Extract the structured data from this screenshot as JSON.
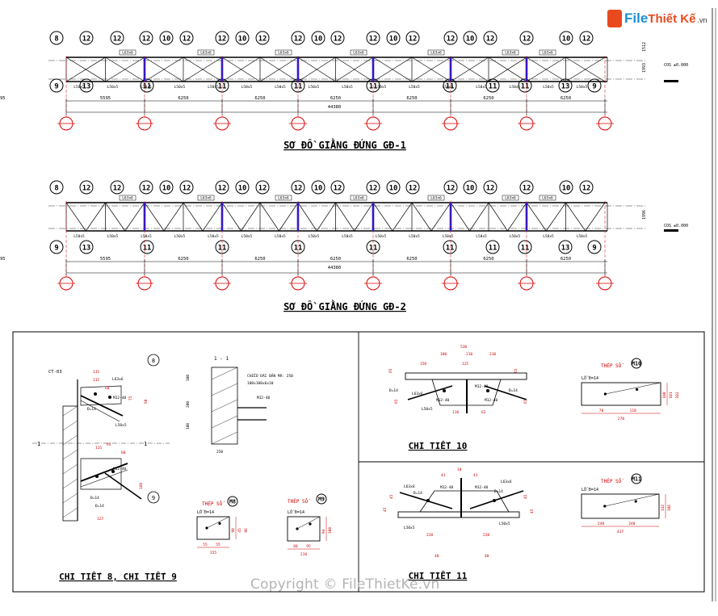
{
  "brand": {
    "logo_file": "File",
    "logo_rest": "Thiết Kế",
    "logo_vn": ".vn"
  },
  "watermark": "Copyright © FileThietKe.vn",
  "elevations": {
    "gd1": {
      "title": "SƠ ĐỒ GIẰNG ĐỨNG GĐ-1",
      "bay_dims": [
        "5595",
        "6250",
        "6250",
        "6250",
        "6250",
        "6250",
        "6250",
        "5595"
      ],
      "overall_dim": "44380",
      "height_dims": [
        "1512",
        "1993"
      ],
      "cos_label": "COS ±0.000",
      "top_tags": [
        "L63x6",
        "L63x6",
        "L63x6",
        "L63x6",
        "L63x6",
        "L63x6",
        "L63x6"
      ],
      "bottom_tags": [
        "L50x5",
        "L50x5",
        "L50x5",
        "L50x5",
        "L50x5",
        "L50x5",
        "L50x5",
        "L50x5",
        "L50x5",
        "L50x5",
        "L50x5",
        "L50x5",
        "L50x5",
        "L50x5",
        "L50x5",
        "L50x5"
      ]
    },
    "gd2": {
      "title": "SƠ ĐỒ GIẰNG ĐỨNG GĐ-2",
      "bay_dims": [
        "5595",
        "6250",
        "6250",
        "6250",
        "6250",
        "6250",
        "6250",
        "5595"
      ],
      "overall_dim": "44380",
      "height_dims": [
        "1996"
      ],
      "cos_label": "COS ±0.000",
      "top_tags": [
        "L63x6",
        "L63x6",
        "L63x6",
        "L63x6",
        "L63x6",
        "L63x6",
        "L63x6"
      ],
      "bottom_tags": [
        "L50x5",
        "L50x5",
        "L50x5",
        "L50x5",
        "L50x5",
        "L50x5",
        "L50x5",
        "L50x5",
        "L50x5",
        "L50x5",
        "L50x5",
        "L50x5",
        "L50x5",
        "L50x5",
        "L50x5",
        "L50x5"
      ]
    }
  },
  "callouts": {
    "top_row": [
      "8",
      "12",
      "12",
      "12",
      "10",
      "12",
      "12",
      "10",
      "12",
      "12",
      "10",
      "12",
      "12",
      "10",
      "12",
      "12",
      "10",
      "12",
      "12",
      "10",
      "12"
    ],
    "bottom_row": [
      "9",
      "13",
      "11",
      "11",
      "11",
      "11",
      "11",
      "11",
      "11",
      "13",
      "9"
    ]
  },
  "details": {
    "d89": {
      "title": "CHI TIẾT 8, CHI TIẾT 9",
      "column_label": "CT-03",
      "section_label": "1 - 1",
      "section_mark": "1",
      "bubbles": [
        "8",
        "9"
      ],
      "labels": [
        "L63x6",
        "L50x5",
        "M12-40",
        "M12-40",
        "Đ=14",
        "Đ=14",
        "Đ=14"
      ],
      "dims": [
        "135",
        "115",
        "60",
        "75",
        "60",
        "115",
        "95",
        "60",
        "160",
        "127"
      ],
      "anchor_note_1": "CHIỀU DÀI BẢN MÃ: 250",
      "anchor_note_2": "100x100x6x10",
      "section_dims": [
        "100",
        "200",
        "100",
        "250"
      ],
      "anchor_bolt": "M12-40"
    },
    "d10": {
      "title": "CHI TIẾT 10",
      "dims": [
        "530",
        "180",
        "210",
        "210",
        "125",
        "150",
        "65",
        "65",
        "65",
        "65",
        "118",
        "62"
      ],
      "labels": [
        "L63x6",
        "L50x5",
        "M12-40",
        "M12-40",
        "M12-40",
        "Đ=14",
        "Đ=14"
      ]
    },
    "d11": {
      "title": "CHI TIẾT 11",
      "dims": [
        "10",
        "41",
        "41",
        "228",
        "228",
        "45",
        "45",
        "45",
        "45",
        "40",
        "40"
      ],
      "labels": [
        "L63x6",
        "L63x6",
        "L50x5",
        "L50x5",
        "Đ=14",
        "Đ=14",
        "M12-40",
        "M12-40"
      ]
    },
    "plates": [
      {
        "title": "THÉP SỐ",
        "num": "M8",
        "hole": "LỖ Đ=14",
        "dims": [
          "155",
          "55",
          "55",
          "90",
          "45",
          "96"
        ]
      },
      {
        "title": "THÉP SỐ",
        "num": "M9",
        "hole": "LỖ Đ=14",
        "dims": [
          "218",
          "60",
          "95",
          "94",
          "100"
        ]
      },
      {
        "title": "THÉP SỐ",
        "num": "M10",
        "hole": "LỖ Đ=14",
        "dims": [
          "270",
          "70",
          "110",
          "100",
          "101",
          "102"
        ]
      },
      {
        "title": "THÉP SỐ",
        "num": "M11",
        "hole": "LỖ Đ=14",
        "dims": [
          "437",
          "248",
          "240",
          "142",
          "186"
        ]
      }
    ]
  }
}
